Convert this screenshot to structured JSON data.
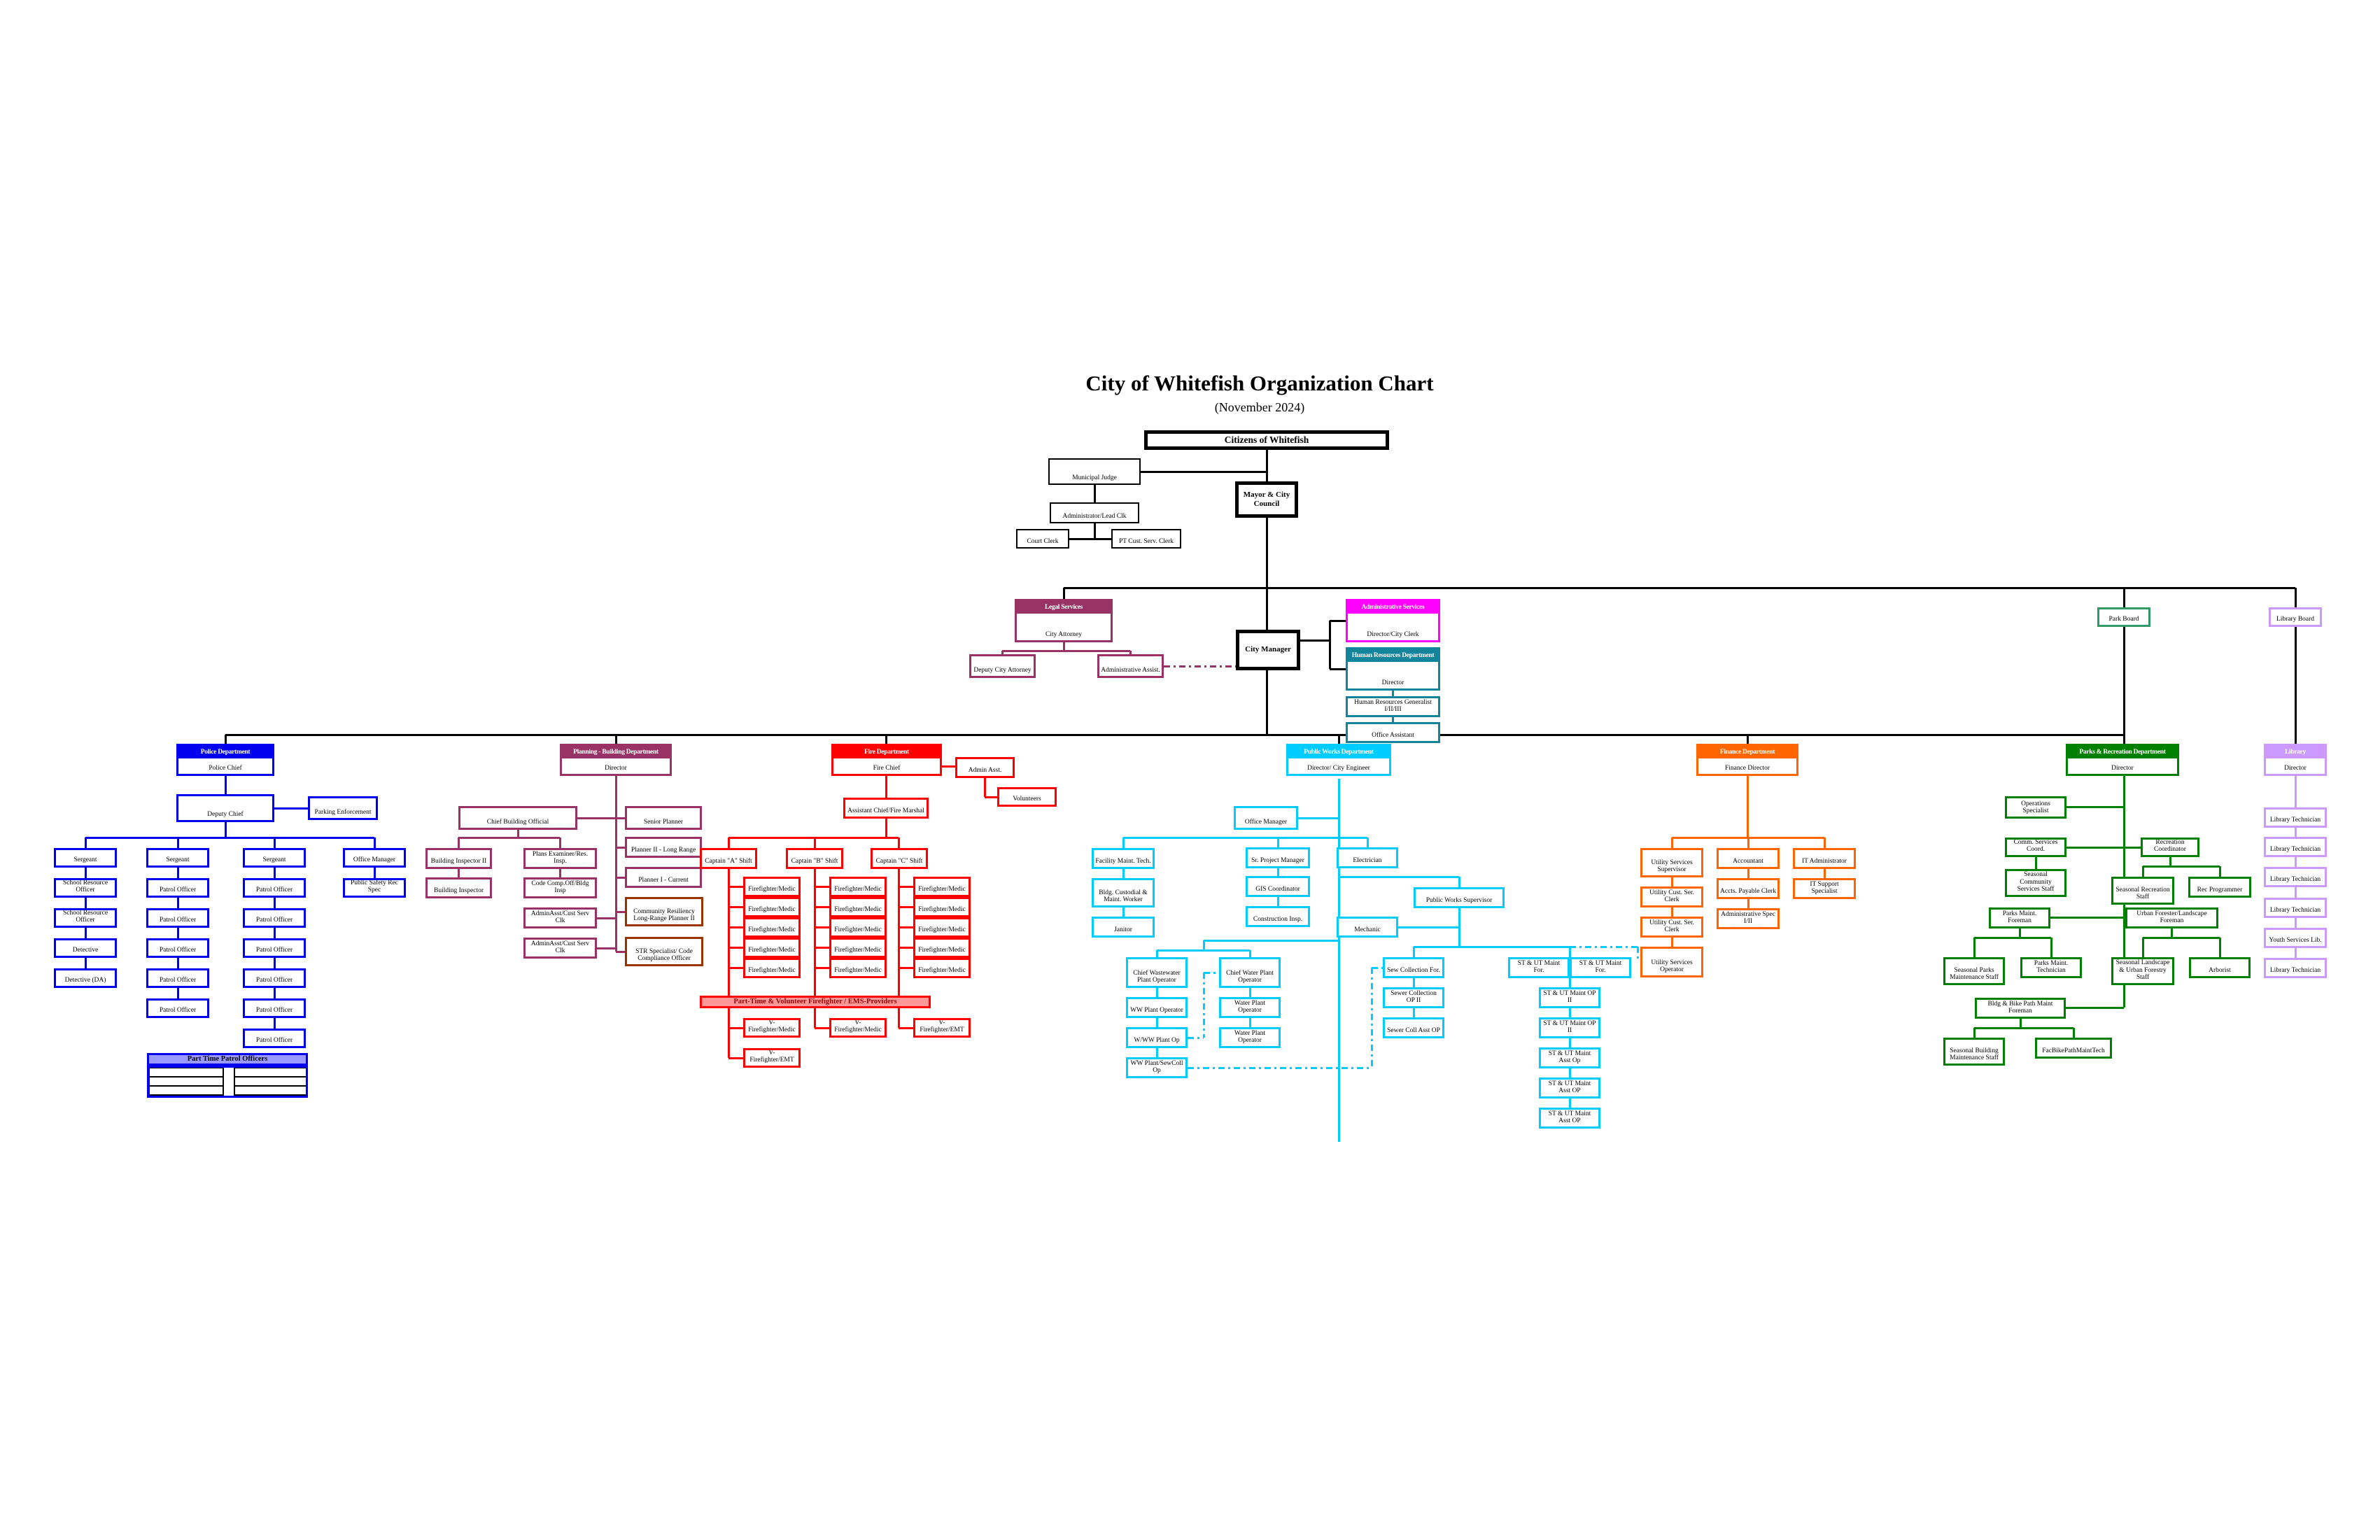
{
  "title": "City of Whitefish Organization Chart",
  "subtitle": "(November 2024)",
  "colors": {
    "black": "#000000",
    "blue": "#0000EE",
    "periwinkle": "#9999FF",
    "plum": "#993366",
    "magenta": "#FF00FF",
    "teal": "#12849B",
    "red": "#FF0000",
    "salmon": "#FF9999",
    "darkred": "#990000",
    "cyan": "#00CCFF",
    "orange": "#FF6600",
    "green": "#008000",
    "seagreen": "#339966",
    "violet": "#CC99FF",
    "brown": "#993300"
  },
  "nodes": [
    {
      "id": "citizens-of-whitefish",
      "label": "Citizens of Whitefish",
      "c": "black",
      "big": true,
      "bold": true
    },
    {
      "id": "municipal-judge",
      "label": "Municipal Judge",
      "c": "black",
      "thin": true
    },
    {
      "id": "admin-lead-clerk",
      "label": "Administrator/Lead Clk",
      "c": "black",
      "thin": true
    },
    {
      "id": "court-clerk",
      "label": "Court Clerk",
      "c": "black",
      "thin": true
    },
    {
      "id": "pt-cust-serv-clerk",
      "label": "PT Cust. Serv. Clerk",
      "c": "black",
      "thin": true
    },
    {
      "id": "mayor-city-council",
      "label": "Mayor & City Council",
      "c": "black",
      "bold": true
    },
    {
      "id": "city-manager",
      "label": "City Manager",
      "c": "black",
      "bold": true
    },
    {
      "id": "legal-services",
      "hdr": "Legal Services",
      "label": "City Attorney",
      "c": "plum"
    },
    {
      "id": "deputy-city-attorney",
      "label": "Deputy City Attorney",
      "c": "plum"
    },
    {
      "id": "administrative-assist",
      "label": "Administrative Assist.",
      "c": "plum"
    },
    {
      "id": "administrative-services",
      "hdr": "Administrative Services",
      "label": "Director/City Clerk",
      "c": "magenta"
    },
    {
      "id": "human-resources-dept",
      "hdr": "Human Resources Department",
      "label": "Director",
      "c": "teal"
    },
    {
      "id": "hr-generalist",
      "label": "Human Resources Generalist I/II/III",
      "c": "teal"
    },
    {
      "id": "office-assistant-hr",
      "label": "Office Assistant",
      "c": "teal"
    },
    {
      "id": "park-board",
      "label": "Park Board",
      "c": "seagreen"
    },
    {
      "id": "library-board",
      "label": "Library Board",
      "c": "violet"
    },
    {
      "id": "police-dept",
      "hdr": "Police Department",
      "label": "Police Chief",
      "c": "blue"
    },
    {
      "id": "deputy-chief",
      "label": "Deputy Chief",
      "c": "blue"
    },
    {
      "id": "parking-enforcement",
      "label": "Parking Enforcement",
      "c": "blue"
    },
    {
      "id": "sergeant-1",
      "label": "Sergeant",
      "c": "blue"
    },
    {
      "id": "school-resource-officer-1",
      "label": "School Resource Officer",
      "c": "blue"
    },
    {
      "id": "school-resource-officer-2",
      "label": "School Resource Officer",
      "c": "blue"
    },
    {
      "id": "detective",
      "label": "Detective",
      "c": "blue"
    },
    {
      "id": "detective-da",
      "label": "Detective (DA)",
      "c": "blue"
    },
    {
      "id": "sergeant-2",
      "label": "Sergeant",
      "c": "blue"
    },
    {
      "id": "patrol-officer-1",
      "label": "Patrol Officer",
      "c": "blue"
    },
    {
      "id": "patrol-officer-2",
      "label": "Patrol Officer",
      "c": "blue"
    },
    {
      "id": "patrol-officer-3",
      "label": "Patrol Officer",
      "c": "blue"
    },
    {
      "id": "patrol-officer-4",
      "label": "Patrol Officer",
      "c": "blue"
    },
    {
      "id": "patrol-officer-5",
      "label": "Patrol Officer",
      "c": "blue"
    },
    {
      "id": "sergeant-3",
      "label": "Sergeant",
      "c": "blue"
    },
    {
      "id": "patrol-officer-6",
      "label": "Patrol Officer",
      "c": "blue"
    },
    {
      "id": "patrol-officer-7",
      "label": "Patrol Officer",
      "c": "blue"
    },
    {
      "id": "patrol-officer-8",
      "label": "Patrol Officer",
      "c": "blue"
    },
    {
      "id": "patrol-officer-9",
      "label": "Patrol Officer",
      "c": "blue"
    },
    {
      "id": "patrol-officer-10",
      "label": "Patrol Officer",
      "c": "blue"
    },
    {
      "id": "patrol-officer-11",
      "label": "Patrol Officer",
      "c": "blue"
    },
    {
      "id": "office-manager-pd",
      "label": "Office Manager",
      "c": "blue"
    },
    {
      "id": "public-safety-rec-spec",
      "label": "Public Safety Rec Spec",
      "c": "blue"
    },
    {
      "id": "part-time-patrol-banner",
      "label": "Part Time Patrol Officers",
      "c": "blue",
      "banner": "periwinkle",
      "tc": "black"
    },
    {
      "id": "part-time-patrol-grid",
      "label": "",
      "c": "blue",
      "grid": {
        "rows": 3,
        "cols": 2
      }
    },
    {
      "id": "planning-dept",
      "hdr": "Planning - Building Department",
      "label": "Director",
      "c": "plum"
    },
    {
      "id": "chief-building-official",
      "label": "Chief Building Official",
      "c": "plum"
    },
    {
      "id": "senior-planner",
      "label": "Senior Planner",
      "c": "plum"
    },
    {
      "id": "building-inspector-2",
      "label": "Building Inspector II",
      "c": "plum"
    },
    {
      "id": "building-inspector",
      "label": "Building Inspector",
      "c": "plum"
    },
    {
      "id": "plans-examiner",
      "label": "Plans Examiner/Res. Insp.",
      "c": "plum"
    },
    {
      "id": "code-comp-off",
      "label": "Code Comp.Off/Bldg Insp",
      "c": "plum"
    },
    {
      "id": "admin-asst-cust-serv-clk-1",
      "label": "AdminAsst/Cust Serv Clk",
      "c": "plum"
    },
    {
      "id": "admin-asst-cust-serv-clk-2",
      "label": "AdminAsst/Cust Serv Clk",
      "c": "plum"
    },
    {
      "id": "planner-2-long-range",
      "label": "Planner II - Long Range",
      "c": "plum"
    },
    {
      "id": "planner-1-current",
      "label": "Planner I - Current",
      "c": "plum"
    },
    {
      "id": "community-resiliency-planner",
      "label": "Community Resiliency Long-Range Planner II",
      "c": "brown"
    },
    {
      "id": "str-specialist",
      "label": "STR Specialist/ Code Compliance Officer",
      "c": "brown"
    },
    {
      "id": "fire-dept",
      "hdr": "Fire Department",
      "label": "Fire Chief",
      "c": "red"
    },
    {
      "id": "admin-asst-fire",
      "label": "Admin Asst.",
      "c": "red"
    },
    {
      "id": "volunteers",
      "label": "Volunteers",
      "c": "red"
    },
    {
      "id": "assistant-chief-fire-marshal",
      "label": "Assistant Chief/Fire Marshal",
      "c": "red"
    },
    {
      "id": "captain-a-shift",
      "label": "Captain \"A\" Shift",
      "c": "red"
    },
    {
      "id": "captain-b-shift",
      "label": "Captain \"B\" Shift",
      "c": "red"
    },
    {
      "id": "captain-c-shift",
      "label": "Captain \"C\" Shift",
      "c": "red"
    },
    {
      "id": "firefighter-medic-a1",
      "label": "Firefighter/Medic",
      "c": "red"
    },
    {
      "id": "firefighter-medic-a2",
      "label": "Firefighter/Medic",
      "c": "red"
    },
    {
      "id": "firefighter-medic-a3",
      "label": "Firefighter/Medic",
      "c": "red"
    },
    {
      "id": "firefighter-medic-a4",
      "label": "Firefighter/Medic",
      "c": "red"
    },
    {
      "id": "firefighter-medic-a5",
      "label": "Firefighter/Medic",
      "c": "red"
    },
    {
      "id": "firefighter-medic-b1",
      "label": "Firefighter/Medic",
      "c": "red"
    },
    {
      "id": "firefighter-medic-b2",
      "label": "Firefighter/Medic",
      "c": "red"
    },
    {
      "id": "firefighter-medic-b3",
      "label": "Firefighter/Medic",
      "c": "red"
    },
    {
      "id": "firefighter-medic-b4",
      "label": "Firefighter/Medic",
      "c": "red"
    },
    {
      "id": "firefighter-medic-b5",
      "label": "Firefighter/Medic",
      "c": "red"
    },
    {
      "id": "firefighter-medic-c1",
      "label": "Firefighter/Medic",
      "c": "red"
    },
    {
      "id": "firefighter-medic-c2",
      "label": "Firefighter/Medic",
      "c": "red"
    },
    {
      "id": "firefighter-medic-c3",
      "label": "Firefighter/Medic",
      "c": "red"
    },
    {
      "id": "firefighter-medic-c4",
      "label": "Firefighter/Medic",
      "c": "red"
    },
    {
      "id": "firefighter-medic-c5",
      "label": "Firefighter/Medic",
      "c": "red"
    },
    {
      "id": "ems-banner",
      "label": "Part-Time & Volunteer Firefighter / EMS-Providers",
      "c": "red",
      "banner": "salmon",
      "tc": "darkred"
    },
    {
      "id": "v-firefighter-medic-a",
      "label": "V-Firefighter/Medic",
      "c": "red"
    },
    {
      "id": "v-firefighter-emt-a",
      "label": "V-Firefighter/EMT",
      "c": "red"
    },
    {
      "id": "v-firefighter-medic-b",
      "label": "V-Firefighter/Medic",
      "c": "red"
    },
    {
      "id": "v-firefighter-emt-c",
      "label": "V-Firefighter/EMT",
      "c": "red"
    },
    {
      "id": "public-works-dept",
      "hdr": "Public Works Department",
      "label": "Director/ City Engineer",
      "c": "cyan"
    },
    {
      "id": "office-manager-pw",
      "label": "Office Manager",
      "c": "cyan"
    },
    {
      "id": "facility-maint-tech",
      "label": "Facility Maint. Tech.",
      "c": "cyan"
    },
    {
      "id": "bldg-custodial-maint-worker",
      "label": "Bldg. Custodial & Maint. Worker",
      "c": "cyan"
    },
    {
      "id": "janitor",
      "label": "Janitor",
      "c": "cyan"
    },
    {
      "id": "sr-project-manager",
      "label": "Sr. Project Manager",
      "c": "cyan"
    },
    {
      "id": "gis-coordinator",
      "label": "GIS Coordinator",
      "c": "cyan"
    },
    {
      "id": "construction-insp",
      "label": "Construction Insp.",
      "c": "cyan"
    },
    {
      "id": "electrician",
      "label": "Electrician",
      "c": "cyan"
    },
    {
      "id": "public-works-supervisor",
      "label": "Public Works Supervisor",
      "c": "cyan"
    },
    {
      "id": "mechanic",
      "label": "Mechanic",
      "c": "cyan"
    },
    {
      "id": "chief-wastewater-plant-operator",
      "label": "Chief Wastewater Plant Operator",
      "c": "cyan"
    },
    {
      "id": "ww-plant-operator",
      "label": "WW Plant Operator",
      "c": "cyan"
    },
    {
      "id": "w-ww-plant-op",
      "label": "W/WW Plant Op",
      "c": "cyan"
    },
    {
      "id": "ww-plant-sewcoll-op",
      "label": "WW Plant/SewColl Op",
      "c": "cyan"
    },
    {
      "id": "chief-water-plant-operator",
      "label": "Chief Water Plant Operator",
      "c": "cyan"
    },
    {
      "id": "water-plant-operator-1",
      "label": "Water Plant Operator",
      "c": "cyan"
    },
    {
      "id": "water-plant-operator-2",
      "label": "Water Plant Operator",
      "c": "cyan"
    },
    {
      "id": "sew-collection-foreman",
      "label": "Sew Collection For.",
      "c": "cyan"
    },
    {
      "id": "sewer-collection-op-2",
      "label": "Sewer Collection OP II",
      "c": "cyan"
    },
    {
      "id": "sewer-coll-asst-op",
      "label": "Sewer Coll Asst OP",
      "c": "cyan"
    },
    {
      "id": "st-ut-maint-foreman-1",
      "label": "ST & UT Maint For.",
      "c": "cyan"
    },
    {
      "id": "st-ut-maint-foreman-2",
      "label": "ST & UT Maint For.",
      "c": "cyan"
    },
    {
      "id": "st-ut-maint-op2-1",
      "label": "ST & UT Maint OP II",
      "c": "cyan"
    },
    {
      "id": "st-ut-maint-op2-2",
      "label": "ST & UT Maint OP II",
      "c": "cyan"
    },
    {
      "id": "st-ut-maint-asst-op-1",
      "label": "ST & UT Maint Asst Op",
      "c": "cyan"
    },
    {
      "id": "st-ut-maint-asst-op-2",
      "label": "ST & UT Maint Asst OP",
      "c": "cyan"
    },
    {
      "id": "st-ut-maint-asst-op-3",
      "label": "ST & UT Maint Asst OP",
      "c": "cyan"
    },
    {
      "id": "finance-dept",
      "hdr": "Finance Department",
      "label": "Finance Director",
      "c": "orange"
    },
    {
      "id": "utility-services-supervisor",
      "label": "Utility Services Supervisor",
      "c": "orange"
    },
    {
      "id": "utility-cust-ser-clerk-1",
      "label": "Utility Cust. Ser. Clerk",
      "c": "orange"
    },
    {
      "id": "utility-cust-ser-clerk-2",
      "label": "Utility Cust. Ser. Clerk",
      "c": "orange"
    },
    {
      "id": "utility-services-operator",
      "label": "Utility Services Operator",
      "c": "orange"
    },
    {
      "id": "accountant",
      "label": "Accountant",
      "c": "orange"
    },
    {
      "id": "accts-payable-clerk",
      "label": "Accts. Payable Clerk",
      "c": "orange"
    },
    {
      "id": "administrative-spec",
      "label": "Administrative Spec I/II",
      "c": "orange"
    },
    {
      "id": "it-administrator",
      "label": "IT Administrator",
      "c": "orange"
    },
    {
      "id": "it-support-specialist",
      "label": "IT Support Specialist",
      "c": "orange"
    },
    {
      "id": "parks-rec-dept",
      "hdr": "Parks & Recreation Department",
      "label": "Director",
      "c": "green"
    },
    {
      "id": "operations-specialist",
      "label": "Operations Specialist",
      "c": "green"
    },
    {
      "id": "comm-services-coord",
      "label": "Comm. Services Coord.",
      "c": "green"
    },
    {
      "id": "seasonal-community-services-staff",
      "label": "Seasonal Community Services Staff",
      "c": "green"
    },
    {
      "id": "recreation-coordinator",
      "label": "Recreation Coordinator",
      "c": "green"
    },
    {
      "id": "seasonal-recreation-staff",
      "label": "Seasonal Recreation Staff",
      "c": "green"
    },
    {
      "id": "rec-programmer",
      "label": "Rec Programmer",
      "c": "green"
    },
    {
      "id": "parks-maint-foreman",
      "label": "Parks Maint. Foreman",
      "c": "green"
    },
    {
      "id": "seasonal-parks-maintenance-staff",
      "label": "Seasonal Parks Maintenance Staff",
      "c": "green"
    },
    {
      "id": "parks-maint-technician",
      "label": "Parks Maint. Technician",
      "c": "green"
    },
    {
      "id": "urban-forester-landscape-foreman",
      "label": "Urban Forester/Landscape Foreman",
      "c": "green"
    },
    {
      "id": "seasonal-landscape-urban-forestry-staff",
      "label": "Seasonal Landscape & Urban Forestry Staff",
      "c": "green"
    },
    {
      "id": "arborist",
      "label": "Arborist",
      "c": "green"
    },
    {
      "id": "bldg-bike-path-maint-foreman",
      "label": "Bldg & Bike Path Maint Foreman",
      "c": "green"
    },
    {
      "id": "seasonal-building-maintenance-staff",
      "label": "Seasonal Building Maintenance Staff",
      "c": "green"
    },
    {
      "id": "fac-bike-path-maint-tech",
      "label": "FacBikePathMaintTech",
      "c": "green"
    },
    {
      "id": "library-dept",
      "hdr": "Library",
      "label": "Director",
      "c": "violet"
    },
    {
      "id": "library-technician-1",
      "label": "Library Technician",
      "c": "violet"
    },
    {
      "id": "library-technician-2",
      "label": "Library Technician",
      "c": "violet"
    },
    {
      "id": "library-technician-3",
      "label": "Library Technician",
      "c": "violet"
    },
    {
      "id": "library-technician-4",
      "label": "Library Technician",
      "c": "violet"
    },
    {
      "id": "youth-services-lib",
      "label": "Youth Services Lib.",
      "c": "violet"
    },
    {
      "id": "library-technician-5",
      "label": "Library Technician",
      "c": "violet"
    }
  ]
}
